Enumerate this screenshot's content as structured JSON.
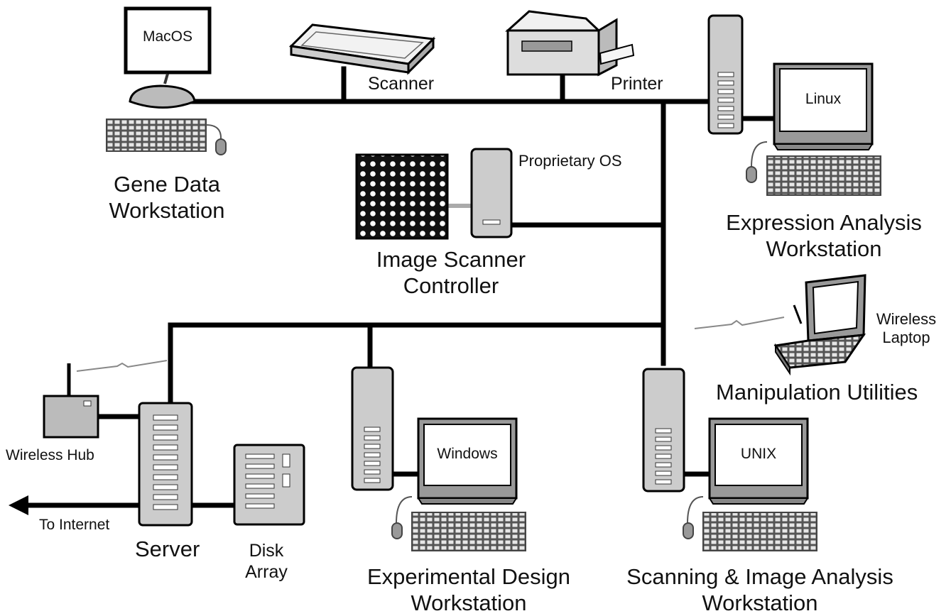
{
  "devices": {
    "gene_data": {
      "screen_os": "MacOS",
      "label_line1": "Gene Data",
      "label_line2": "Workstation"
    },
    "scanner": {
      "label": "Scanner"
    },
    "printer": {
      "label": "Printer"
    },
    "expression": {
      "screen_os": "Linux",
      "label_line1": "Expression Analysis",
      "label_line2": "Workstation"
    },
    "image_scanner": {
      "os_label": "Proprietary OS",
      "label_line1": "Image Scanner",
      "label_line2": "Controller"
    },
    "laptop": {
      "label_line1": "Wireless",
      "label_line2": "Laptop",
      "caption": "Manipulation Utilities"
    },
    "wireless_hub": {
      "label": "Wireless Hub"
    },
    "internet": {
      "label": "To Internet"
    },
    "server": {
      "label": "Server"
    },
    "disk_array": {
      "label_line1": "Disk",
      "label_line2": "Array"
    },
    "experimental": {
      "screen_os": "Windows",
      "label_line1": "Experimental Design",
      "label_line2": "Workstation"
    },
    "scanning": {
      "screen_os": "UNIX",
      "label_line1": "Scanning & Image Analysis",
      "label_line2": "Workstation"
    }
  }
}
